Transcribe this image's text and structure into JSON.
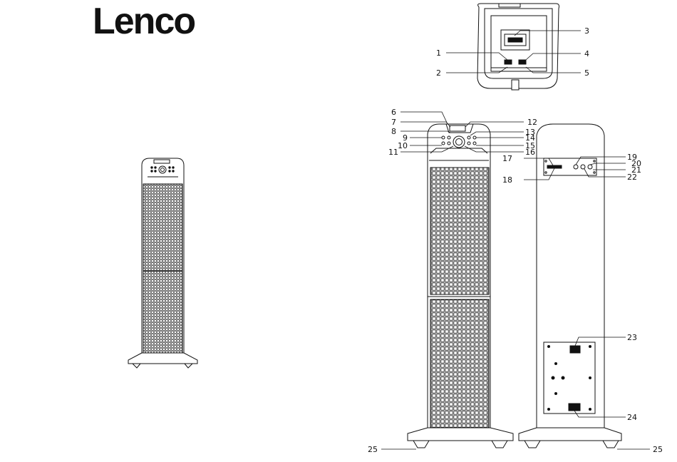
{
  "brand": "Lenco",
  "callouts": [
    "1",
    "2",
    "3",
    "4",
    "5",
    "6",
    "7",
    "8",
    "9",
    "10",
    "11",
    "12",
    "13",
    "14",
    "15",
    "16",
    "17",
    "19",
    "20",
    "21",
    "22",
    "18",
    "23",
    "24",
    "25"
  ]
}
